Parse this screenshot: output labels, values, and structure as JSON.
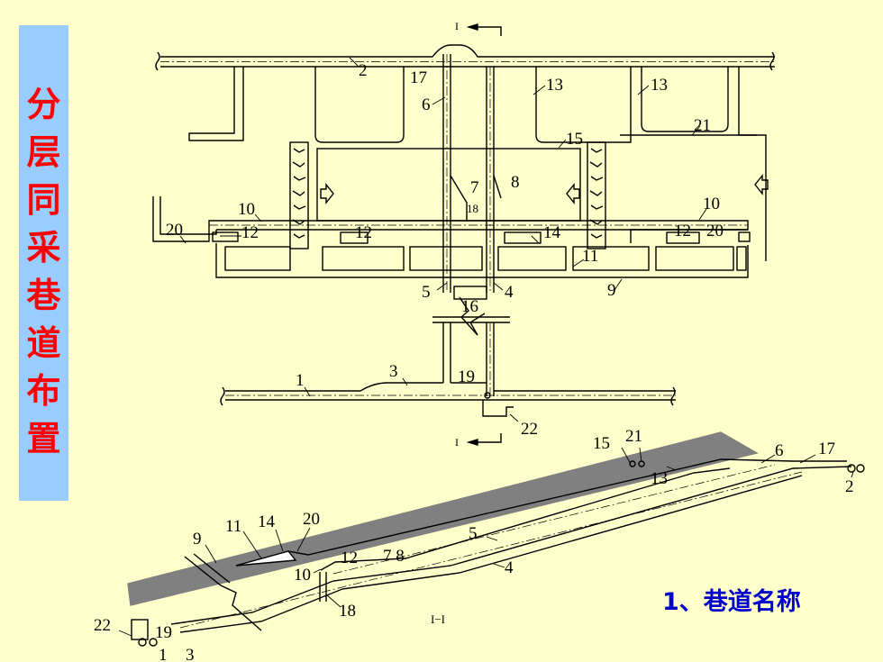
{
  "side_title": [
    "分",
    "层",
    "同",
    "采",
    "巷",
    "道",
    "布",
    "置"
  ],
  "caption": "1、巷道名称",
  "section_mark": "I",
  "section_label": "I−I",
  "colors": {
    "background": "#ffffcc",
    "side_panel": "#99ccff",
    "title": "#ff0000",
    "caption": "#0000cc",
    "coal_seam": "#808080"
  },
  "plan_labels": [
    {
      "key": "lbl-2",
      "text": "2"
    },
    {
      "key": "lbl-17",
      "text": "17"
    },
    {
      "key": "lbl-6",
      "text": "6"
    },
    {
      "key": "lbl-13a",
      "text": "13"
    },
    {
      "key": "lbl-13b",
      "text": "13"
    },
    {
      "key": "lbl-21",
      "text": "21"
    },
    {
      "key": "lbl-15",
      "text": "15"
    },
    {
      "key": "lbl-7",
      "text": "7"
    },
    {
      "key": "lbl-8",
      "text": "8"
    },
    {
      "key": "lbl-18",
      "text": "18"
    },
    {
      "key": "lbl-10a",
      "text": "10"
    },
    {
      "key": "lbl-10b",
      "text": "10"
    },
    {
      "key": "lbl-20a",
      "text": "20"
    },
    {
      "key": "lbl-12a",
      "text": "12"
    },
    {
      "key": "lbl-12b",
      "text": "12"
    },
    {
      "key": "lbl-14",
      "text": "14"
    },
    {
      "key": "lbl-12c",
      "text": "12"
    },
    {
      "key": "lbl-20b",
      "text": "20"
    },
    {
      "key": "lbl-11",
      "text": "11"
    },
    {
      "key": "lbl-5",
      "text": "5"
    },
    {
      "key": "lbl-4",
      "text": "4"
    },
    {
      "key": "lbl-16",
      "text": "16"
    },
    {
      "key": "lbl-9",
      "text": "9"
    },
    {
      "key": "lbl-3",
      "text": "3"
    },
    {
      "key": "lbl-1",
      "text": "1"
    },
    {
      "key": "lbl-19",
      "text": "19"
    },
    {
      "key": "lbl-22",
      "text": "22"
    }
  ],
  "section_labels": [
    {
      "key": "s-15",
      "text": "15"
    },
    {
      "key": "s-21",
      "text": "21"
    },
    {
      "key": "s-13",
      "text": "13"
    },
    {
      "key": "s-6",
      "text": "6"
    },
    {
      "key": "s-17",
      "text": "17"
    },
    {
      "key": "s-2",
      "text": "2"
    },
    {
      "key": "s-5",
      "text": "5"
    },
    {
      "key": "s-4",
      "text": "4"
    },
    {
      "key": "s-9",
      "text": "9"
    },
    {
      "key": "s-11",
      "text": "11"
    },
    {
      "key": "s-14",
      "text": "14"
    },
    {
      "key": "s-20",
      "text": "20"
    },
    {
      "key": "s-12",
      "text": "12"
    },
    {
      "key": "s-7-8",
      "text": "7 8"
    },
    {
      "key": "s-10",
      "text": "10"
    },
    {
      "key": "s-18",
      "text": "18"
    },
    {
      "key": "s-22",
      "text": "22"
    },
    {
      "key": "s-19",
      "text": "19"
    },
    {
      "key": "s-1",
      "text": "1"
    },
    {
      "key": "s-3",
      "text": "3"
    }
  ]
}
